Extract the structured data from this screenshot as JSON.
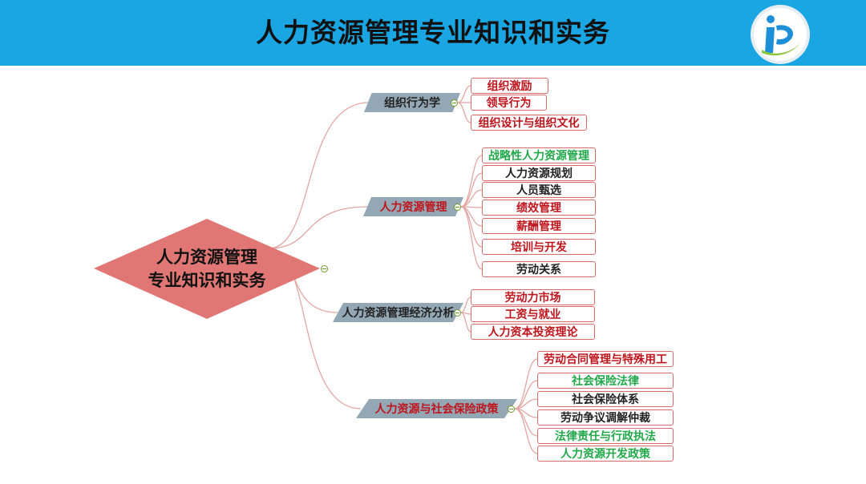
{
  "header": {
    "title": "人力资源管理专业知识和实务",
    "logo_icon": "ip-logo-icon"
  },
  "colors": {
    "header_bg": "#1aa6e3",
    "root_fill": "#e07774",
    "branch_fill": "#93a7b5",
    "line": "#e3a6a3",
    "red_text": "#c0141c",
    "green_text": "#22a84a",
    "black_text": "#222222"
  },
  "mindmap": {
    "root": {
      "line1": "人力资源管理",
      "line2": "专业知识和实务"
    },
    "branches": [
      {
        "label": "组织行为学",
        "text_color": "black",
        "leaves": [
          {
            "label": "组织激励",
            "color": "red"
          },
          {
            "label": "领导行为",
            "color": "red"
          },
          {
            "label": "组织设计与组织文化",
            "color": "red"
          }
        ]
      },
      {
        "label": "人力资源管理",
        "text_color": "red",
        "leaves": [
          {
            "label": "战略性人力资源管理",
            "color": "green"
          },
          {
            "label": "人力资源规划",
            "color": "black"
          },
          {
            "label": "人员甄选",
            "color": "black"
          },
          {
            "label": "绩效管理",
            "color": "red"
          },
          {
            "label": "薪酬管理",
            "color": "red"
          },
          {
            "label": "培训与开发",
            "color": "red"
          },
          {
            "label": "劳动关系",
            "color": "black"
          }
        ]
      },
      {
        "label": "人力资源管理经济分析",
        "text_color": "black",
        "leaves": [
          {
            "label": "劳动力市场",
            "color": "red"
          },
          {
            "label": "工资与就业",
            "color": "red"
          },
          {
            "label": "人力资本投资理论",
            "color": "red"
          }
        ]
      },
      {
        "label": "人力资源与社会保险政策",
        "text_color": "red",
        "leaves": [
          {
            "label": "劳动合同管理与特殊用工",
            "color": "red"
          },
          {
            "label": "社会保险法律",
            "color": "green"
          },
          {
            "label": "社会保险体系",
            "color": "black"
          },
          {
            "label": "劳动争议调解仲裁",
            "color": "black"
          },
          {
            "label": "法律责任与行政执法",
            "color": "green"
          },
          {
            "label": "人力资源开发政策",
            "color": "green"
          }
        ]
      }
    ]
  }
}
